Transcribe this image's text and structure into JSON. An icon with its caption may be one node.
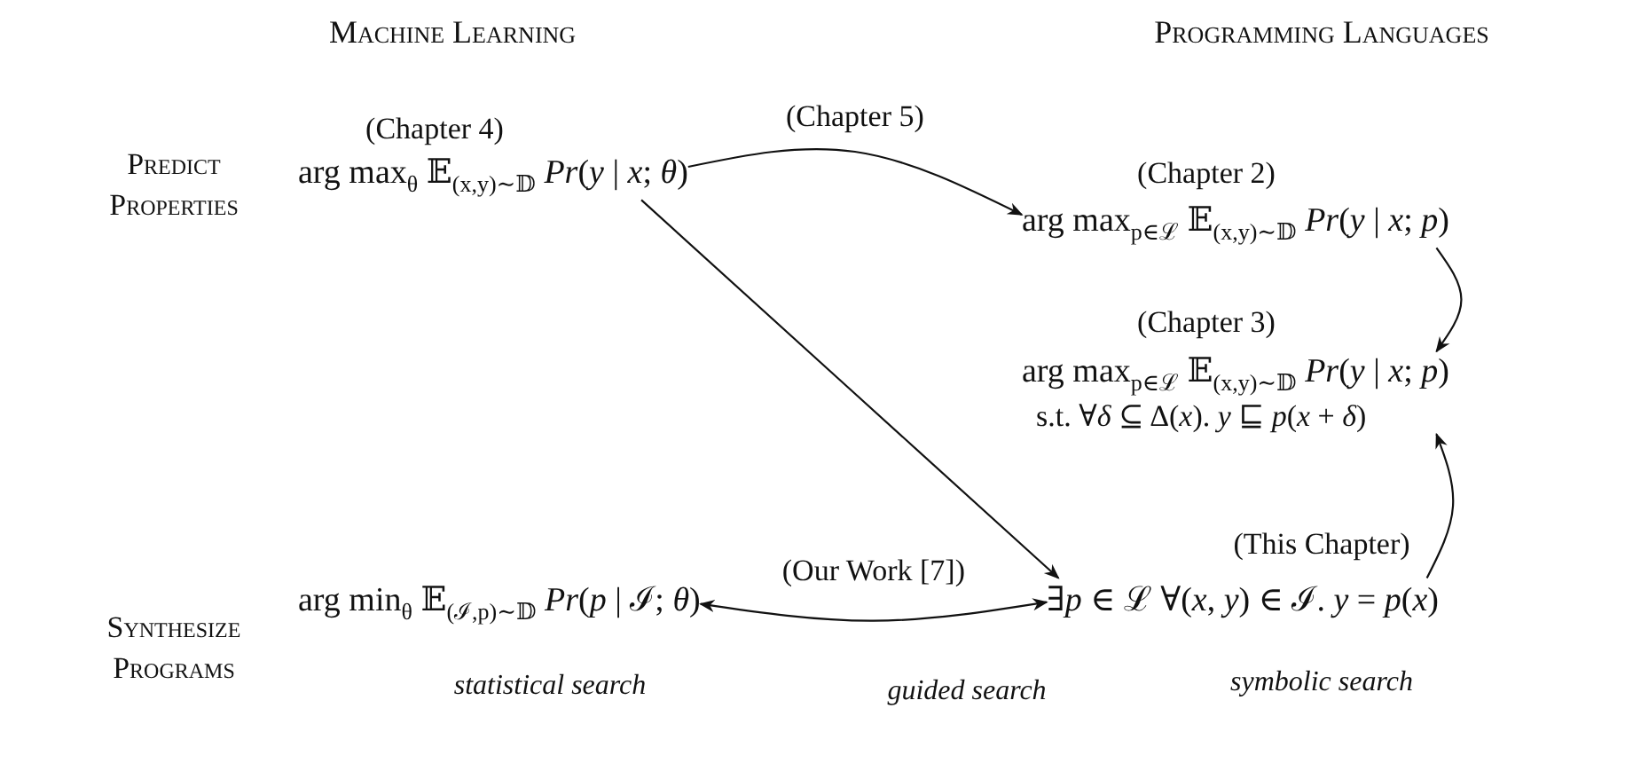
{
  "diagram": {
    "nodes": [
      {
        "text": [
          "arg max$_{θ}$ 𝔼$_{(x,y)∼𝔻}$ *Pr*(*y* | *x*; *θ*)"
        ],
        "beside": [
          "(Chapter 4)"
        ]
      },
      {
        "text": [
          "arg max$_{p∈ℒ}$ 𝔼$_{(x,y)∼𝔻}$ *Pr*(*y* | *x*; *p*)"
        ],
        "beside": [
          "(Chapter 2)"
        ]
      },
      {
        "text": [
          "arg max$_{p∈ℒ}$ 𝔼$_{(x,y)∼𝔻}$ *Pr*(*y* | *x*; *p*)",
          "s.t. ∀*δ* ⊆ Δ(*x*). *y* ⊑ *p*(*x* + *δ*)"
        ],
        "beside": [
          "(Chapter 3)"
        ]
      },
      {
        "text": [
          "arg min$_{θ}$ 𝔼$_{(ℐ,p)∼𝔻}$ *Pr*(*p* | ℐ; *θ*)"
        ],
        "beside": [
          "statistical search"
        ]
      },
      {
        "text": [
          "∃*p* ∈ ℒ ∀(*x*, *y*) ∈ ℐ. *y* = *p*(*x*)"
        ],
        "beside": [
          "(This Chapter)",
          "symbolic search"
        ]
      }
    ],
    "edges": [
      {
        "from": 0,
        "to": 1,
        "arrow": "to",
        "label": "(Chapter 5)"
      },
      {
        "from": 1,
        "to": 2,
        "arrow": "to"
      },
      {
        "from": 0,
        "to": 4,
        "arrow": "to"
      },
      {
        "from": 4,
        "to": 2,
        "arrow": "to"
      },
      {
        "from": 3,
        "to": 4,
        "arrow": "both",
        "label": "(Our Work [7])"
      }
    ],
    "labels": [
      "Machine Learning",
      "Programming Languages",
      "Predict Properties",
      "Synthesize Programs",
      "guided search"
    ]
  }
}
